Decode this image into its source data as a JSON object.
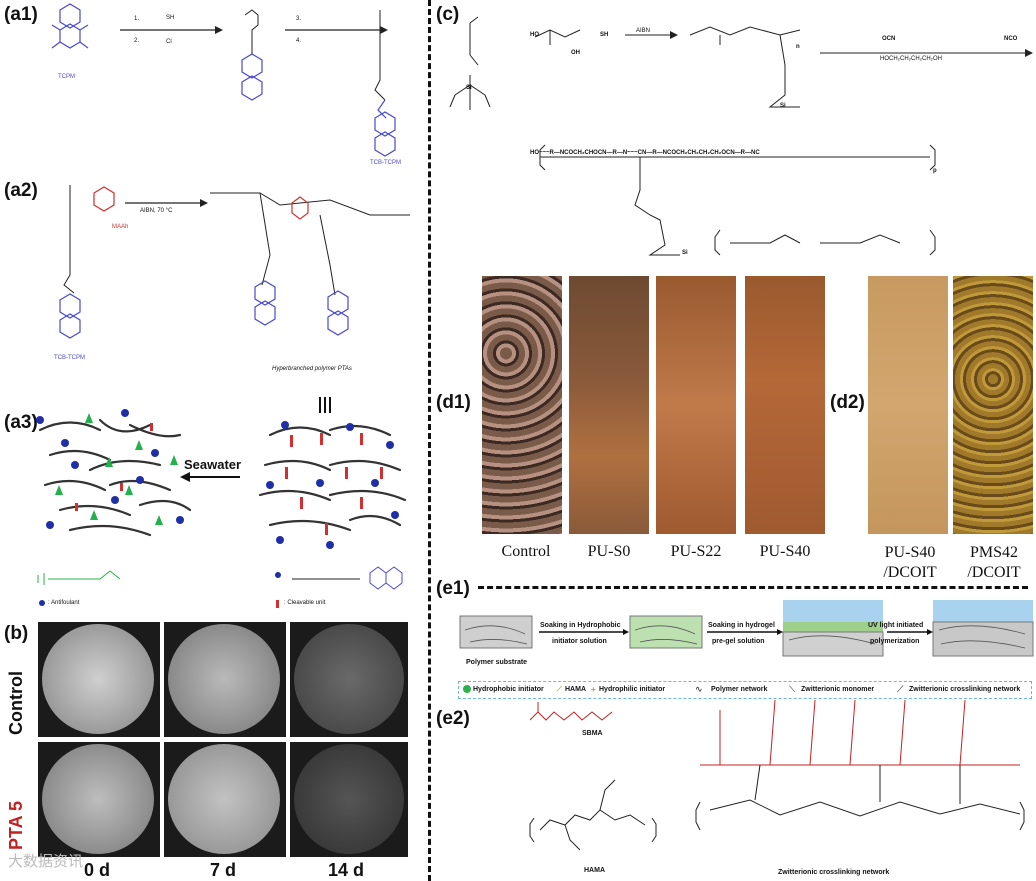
{
  "panels": {
    "a1": "(a1)",
    "a2": "(a2)",
    "a3": "(a3)",
    "b": "(b)",
    "c": "(c)",
    "d1": "(d1)",
    "d2": "(d2)",
    "e1": "(e1)",
    "e2": "(e2)"
  },
  "a1": {
    "step1": "1.",
    "step2": "2.",
    "step3": "3.",
    "step4": "4.",
    "reagent_sh": "SH",
    "reagent_cl": "Cl",
    "product_left": "TCPM",
    "product_right": "TCB-TCPM"
  },
  "a2": {
    "monomer_a": "TCB-TCPM",
    "monomer_b": "MAAh",
    "conditions": "AIBN, 70 °C",
    "product": "Hyperbranched polymer PTAs"
  },
  "a3": {
    "arrow_label": "Seawater",
    "legend_antifoulant": ": Antifoulant",
    "legend_cleavable": ": Cleavable unit"
  },
  "b": {
    "rows": [
      "Control",
      "PTA 5"
    ],
    "days": [
      "0 d",
      "7 d",
      "14 d"
    ]
  },
  "c": {
    "reagent_aibn": "AIBN",
    "reagent_chain": "HOCH₂CH₂CH₂CH₂OH",
    "reagent_nco": "OCN",
    "reagent_nco2": "NCO",
    "reagent_ho": "HO",
    "reagent_oh": "OH",
    "reagent_sh": "SH",
    "si": "Si",
    "repeat_n": "n",
    "repeat_p": "p",
    "backbone": "HO~~~R—NCOCH₂CHOCN—R—N~~~CN—R—NCOCH₂CH₂CH₂CH₂OCN—R—NC"
  },
  "d1": {
    "labels": [
      "Control",
      "PU-S0",
      "PU-S22",
      "PU-S40"
    ]
  },
  "d2": {
    "labels": [
      "PU-S40\n/DCOIT",
      "PMS42\n/DCOIT"
    ],
    "label_lines": [
      [
        "PU-S40",
        "/DCOIT"
      ],
      [
        "PMS42",
        "/DCOIT"
      ]
    ]
  },
  "e1": {
    "step_substrate": "Polymer substrate",
    "arrow1_top": "Soaking  in Hydrophobic",
    "arrow1_bottom": "initiator solution",
    "arrow2_top": "Soaking in hydrogel",
    "arrow2_bottom": "pre-gel solution",
    "arrow3_top": "UV light initiated",
    "arrow3_bottom": "polymerization",
    "legend": [
      "Hydrophobic initiator",
      "HAMA",
      "Hydrophilic initiator",
      "Polymer network",
      "Zwitterionic monomer",
      "Zwitterionic crosslinking network"
    ]
  },
  "e2": {
    "sbma": "SBMA",
    "hama": "HAMA",
    "network": "Zwitterionic crosslinking network"
  },
  "watermark": "大数据资讯",
  "colors": {
    "molecule_blue": "#4a4ad0",
    "molecule_red": "#d23030",
    "green": "#2bb24a",
    "text": "#111111",
    "legend_border": "#6bb8d8"
  }
}
